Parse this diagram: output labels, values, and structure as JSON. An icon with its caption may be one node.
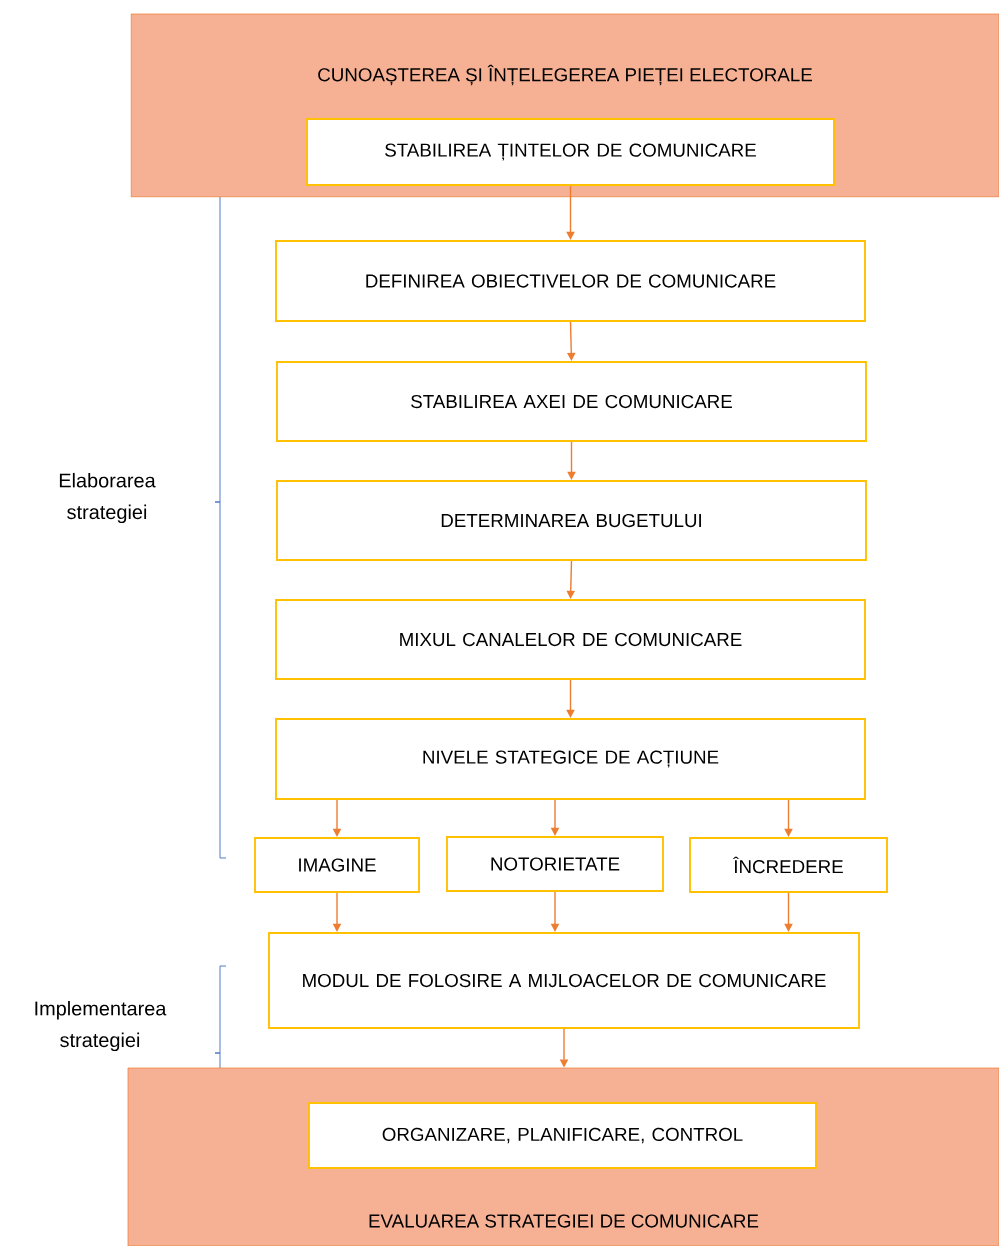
{
  "diagram": {
    "nodes": [
      {
        "text": [
          "CUNOAȘTEREA ȘI ÎNȚELEGEREA PIEȚEI ELECTORALE"
        ]
      },
      {
        "text": [
          "STABILIREA ȚINTELOR DE COMUNICARE"
        ],
        "in": 0
      },
      {
        "text": [
          "DEFINIREA OBIECTIVELOR DE COMUNICARE"
        ]
      },
      {
        "text": [
          "STABILIREA AXEI DE COMUNICARE"
        ]
      },
      {
        "text": [
          "DETERMINAREA BUGETULUI"
        ]
      },
      {
        "text": [
          "MIXUL CANALELOR DE COMUNICARE"
        ]
      },
      {
        "text": [
          "NIVELE STATEGICE DE ACȚIUNE"
        ]
      },
      {
        "text": [
          "IMAGINE"
        ]
      },
      {
        "text": [
          "NOTORIETATE"
        ]
      },
      {
        "text": [
          "ÎNCREDERE"
        ]
      },
      {
        "text": [
          "MODUL DE FOLOSIRE A MIJLOACELOR DE COMUNICARE"
        ]
      },
      {
        "text": [
          "EVALUAREA STRATEGIEI DE COMUNICARE"
        ]
      },
      {
        "text": [
          "ORGANIZARE, PLANIFICARE, CONTROL"
        ],
        "in": 11
      }
    ],
    "edges": [
      {
        "from": 1,
        "to": 2,
        "arrow": "to"
      },
      {
        "from": 2,
        "to": 3,
        "arrow": "to"
      },
      {
        "from": 3,
        "to": 4,
        "arrow": "to"
      },
      {
        "from": 4,
        "to": 5,
        "arrow": "to"
      },
      {
        "from": 5,
        "to": 6,
        "arrow": "to"
      },
      {
        "from": 6,
        "to": 7,
        "arrow": "to"
      },
      {
        "from": 6,
        "to": 8,
        "arrow": "to"
      },
      {
        "from": 6,
        "to": 9,
        "arrow": "to"
      },
      {
        "from": 7,
        "to": 10,
        "arrow": "to"
      },
      {
        "from": 8,
        "to": 10,
        "arrow": "to"
      },
      {
        "from": 9,
        "to": 10,
        "arrow": "to"
      },
      {
        "from": 10,
        "to": 11,
        "arrow": "to"
      }
    ],
    "labels": [
      "Elaborarea strategiei",
      "Implementarea strategiei"
    ]
  }
}
